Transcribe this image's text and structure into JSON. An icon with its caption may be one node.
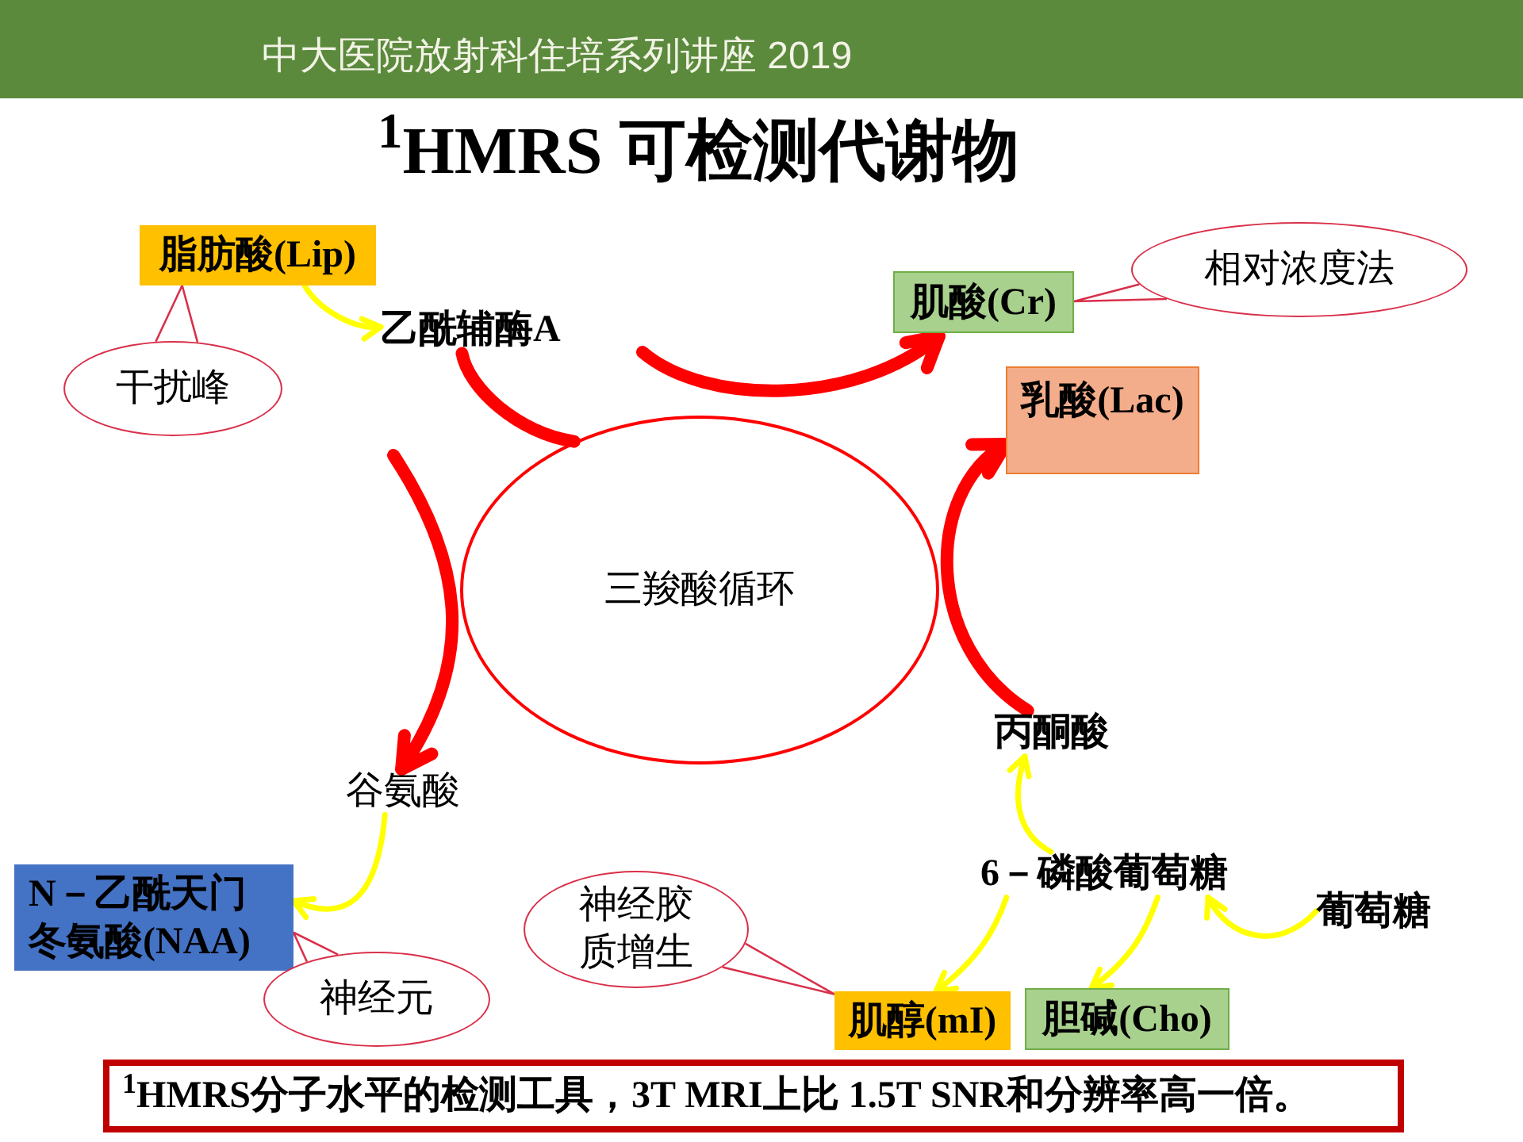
{
  "diagram": {
    "title": "$^{1}$HMRS 可检测代谢物",
    "nodes": [
      {
        "text": [
          "脂肪酸(Lip)"
        ]
      },
      {
        "text": [
          "干扰峰"
        ]
      },
      {
        "text": [
          "乙酰辅酶A"
        ]
      },
      {
        "text": [
          "肌酸(Cr)"
        ]
      },
      {
        "text": [
          "相对浓度法"
        ]
      },
      {
        "text": [
          "乳酸(Lac)"
        ]
      },
      {
        "text": [
          "三羧酸循环"
        ]
      },
      {
        "text": [
          "谷氨酸"
        ]
      },
      {
        "text": [
          "丙酮酸"
        ]
      },
      {
        "text": [
          "N－乙酰天门冬氨酸(NAA)"
        ]
      },
      {
        "text": [
          "神经元"
        ]
      },
      {
        "text": [
          "6－磷酸葡萄糖"
        ]
      },
      {
        "text": [
          "葡萄糖"
        ]
      },
      {
        "text": [
          "神经胶质增生"
        ]
      },
      {
        "text": [
          "肌醇(mI)"
        ]
      },
      {
        "text": [
          "胆碱(Cho)"
        ]
      },
      {
        "text": [
          "$^{1}$HMRS分子水平的检测工具，3T MRI上比 1.5T SNR和分辨率高一倍。"
        ]
      }
    ],
    "edges": [
      {
        "from": 0,
        "to": 2,
        "arrow": "to"
      },
      {
        "from": 1,
        "to": 0,
        "arrow": "none",
        "color": "#d9304a"
      },
      {
        "from": 2,
        "to": 6,
        "arrow": "none",
        "style": "thick",
        "color": "#ff0000"
      },
      {
        "from": null,
        "to": 3,
        "arrow": "to",
        "style": "thick",
        "color": "#ff0000"
      },
      {
        "from": null,
        "to": 7,
        "arrow": "to",
        "style": "thick",
        "color": "#ff0000"
      },
      {
        "from": 8,
        "to": 5,
        "arrow": "to",
        "style": "thick",
        "color": "#ff0000"
      },
      {
        "from": 7,
        "to": 9,
        "arrow": "to"
      },
      {
        "from": 10,
        "to": 9,
        "arrow": "none",
        "color": "#d9304a"
      },
      {
        "from": 4,
        "to": 3,
        "arrow": "none",
        "color": "#d9304a"
      },
      {
        "from": 11,
        "to": 8,
        "arrow": "to"
      },
      {
        "from": 11,
        "to": 14,
        "arrow": "to"
      },
      {
        "from": 11,
        "to": 15,
        "arrow": "to"
      },
      {
        "from": 12,
        "to": 11,
        "arrow": "to"
      },
      {
        "from": 13,
        "to": 14,
        "arrow": "none",
        "color": "#d9304a"
      }
    ],
    "labels": [
      "中大医院放射科住培系列讲座 2019"
    ]
  }
}
